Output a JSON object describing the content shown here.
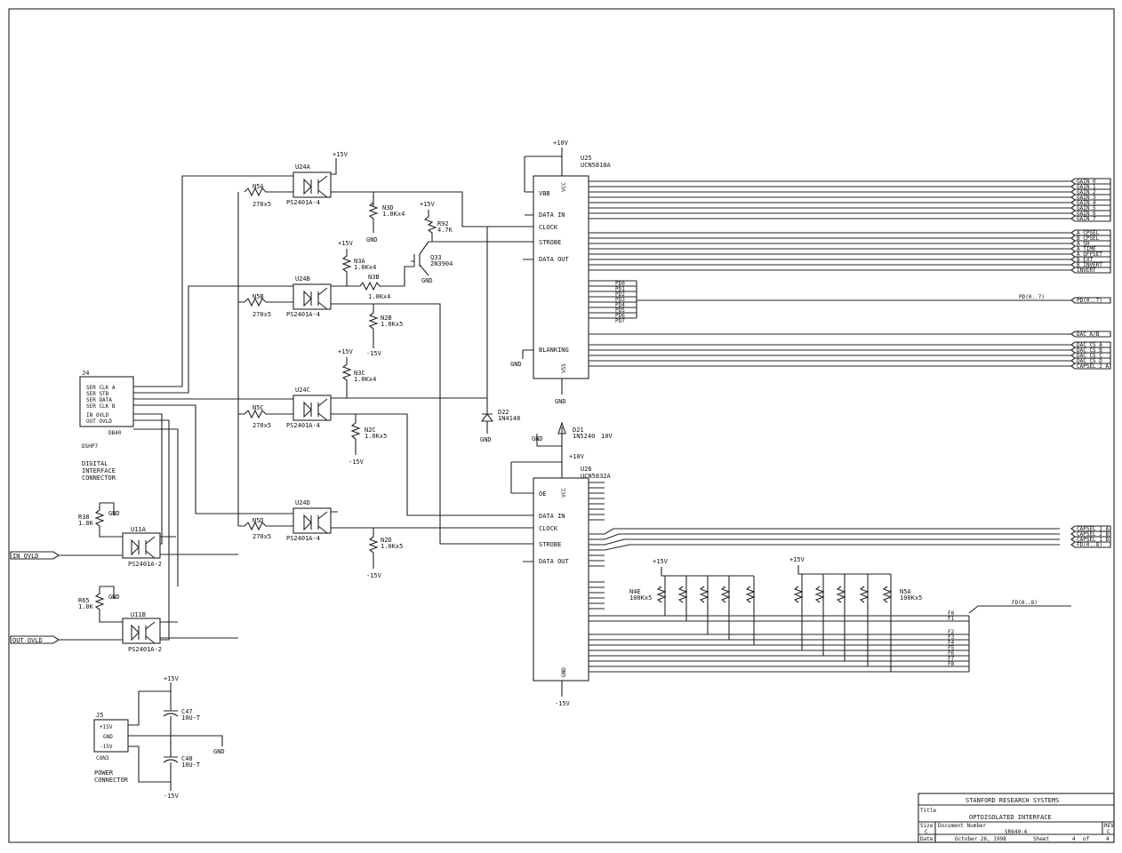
{
  "title_block": {
    "company": "STANFORD RESEARCH SYSTEMS",
    "title_label": "Title",
    "title": "OPTOISOLATED INTERFACE",
    "size_label": "Size",
    "size": "C",
    "docnum_label": "Document Number",
    "docnum": "SR640-4",
    "rev_label": "REV",
    "rev": "C",
    "date_label": "Date:",
    "date": "October 26, 1998",
    "sheet_label": "Sheet",
    "sheet": "4",
    "of_label": "of",
    "sheets": "4"
  },
  "connectors": {
    "j4": {
      "ref": "J4",
      "part": "DSHP7",
      "pins": [
        "SER CLK A",
        "SER STB",
        "SER DATA",
        "SER CLK B",
        "IN OVLD",
        "OUT OVLD",
        "DB40"
      ],
      "label1": "DIGITAL",
      "label2": "INTERFACE",
      "label3": "CONNECTOR"
    },
    "j5": {
      "ref": "J5",
      "part": "CON3",
      "pins": [
        "+15V",
        "GND",
        "-15V"
      ],
      "label1": "POWER",
      "label2": "CONNECTOR"
    },
    "in_ovld": "IN OVLD",
    "out_ovld": "OUT OVLD"
  },
  "opto": [
    {
      "ref": "U24A",
      "part": "PS2401A-4",
      "res": "N5A",
      "rval": "270x5"
    },
    {
      "ref": "U24B",
      "part": "PS2401A-4",
      "res": "N5B",
      "rval": "270x5"
    },
    {
      "ref": "U24C",
      "part": "PS2401A-4",
      "res": "N5C",
      "rval": "270x5"
    },
    {
      "ref": "U24D",
      "part": "PS2401A-4",
      "res": "N5D",
      "rval": "270x5"
    },
    {
      "ref": "U11A",
      "part": "PS2401A-2",
      "res": "R38",
      "rval": "1.0K"
    },
    {
      "ref": "U11B",
      "part": "PS2401A-2",
      "res": "R65",
      "rval": "1.0K"
    }
  ],
  "resistors": [
    {
      "ref": "N3D",
      "val": "1.0Kx4"
    },
    {
      "ref": "N3A",
      "val": "1.0Kx4"
    },
    {
      "ref": "N3B",
      "val": "1.0Kx4"
    },
    {
      "ref": "N3C",
      "val": "1.0Kx4"
    },
    {
      "ref": "N2B",
      "val": "1.0Kx5"
    },
    {
      "ref": "N2C",
      "val": "1.0Kx5"
    },
    {
      "ref": "N2D",
      "val": "1.0Kx5"
    },
    {
      "ref": "R92",
      "val": "4.7K"
    },
    {
      "ref": "N4E",
      "val": "100Kx5"
    },
    {
      "ref": "N5A",
      "val": "100Kx5"
    }
  ],
  "transistor": {
    "ref": "Q33",
    "part": "2N3904"
  },
  "diodes": [
    {
      "ref": "D22",
      "part": "1N4148"
    },
    {
      "ref": "D21",
      "part": "1N5240",
      "val": "10V"
    }
  ],
  "caps": [
    {
      "ref": "C47",
      "val": "10U-T"
    },
    {
      "ref": "C48",
      "val": "10U-T"
    }
  ],
  "u25": {
    "ref": "U25",
    "part": "UCN5818A",
    "pins_left": [
      "VBB",
      "DATA IN",
      "CLOCK",
      "STROBE",
      "DATA OUT",
      "BLANKING"
    ],
    "vcc": "VCC",
    "vss": "VSS",
    "bus": "PD(0..7)",
    "pd": [
      "PD0",
      "PD1",
      "PD2",
      "PD3",
      "PD4",
      "PD5",
      "PD6",
      "PD7"
    ]
  },
  "u26": {
    "ref": "U26",
    "part": "UCN5832A",
    "pins_left": [
      "OE",
      "DATA IN",
      "CLOCK",
      "STROBE",
      "DATA OUT"
    ],
    "vcc": "VCC",
    "gnd": "GND",
    "bus": "FD(0..8)",
    "f": [
      "F0",
      "F1",
      "F2",
      "F3",
      "F4",
      "F5",
      "F6",
      "F7",
      "F8"
    ]
  },
  "power": {
    "p15": "+15V",
    "m15": "-15V",
    "p10": "+10V",
    "gnd": "GND"
  },
  "net_labels": [
    "GAIN_0",
    "GAIN_1",
    "GAIN_2",
    "GAIN_3",
    "GAIN_4",
    "GAIN_5",
    "GAIN_6",
    "GAIN_7",
    "A_CPSEL",
    "B_CPSEL",
    "A_SH",
    "A_TIME",
    "A_OFFSET",
    "B_EXT",
    "B_INVERT",
    "INVERT",
    "PD(0..7)",
    "DAC_A/B",
    "DAC_CS_A",
    "DAC_CS_B",
    "DAC_CS_C",
    "DAC_CS_D",
    "CAPSEL_2_A",
    "CAPSEL_1_A",
    "CAPSEL_2_B",
    "CAPSEL_1_B",
    "FD(0..8)"
  ],
  "bus_wire_labels": {
    "pd": "PD(0..7)",
    "fd": "FD(0..8)"
  }
}
